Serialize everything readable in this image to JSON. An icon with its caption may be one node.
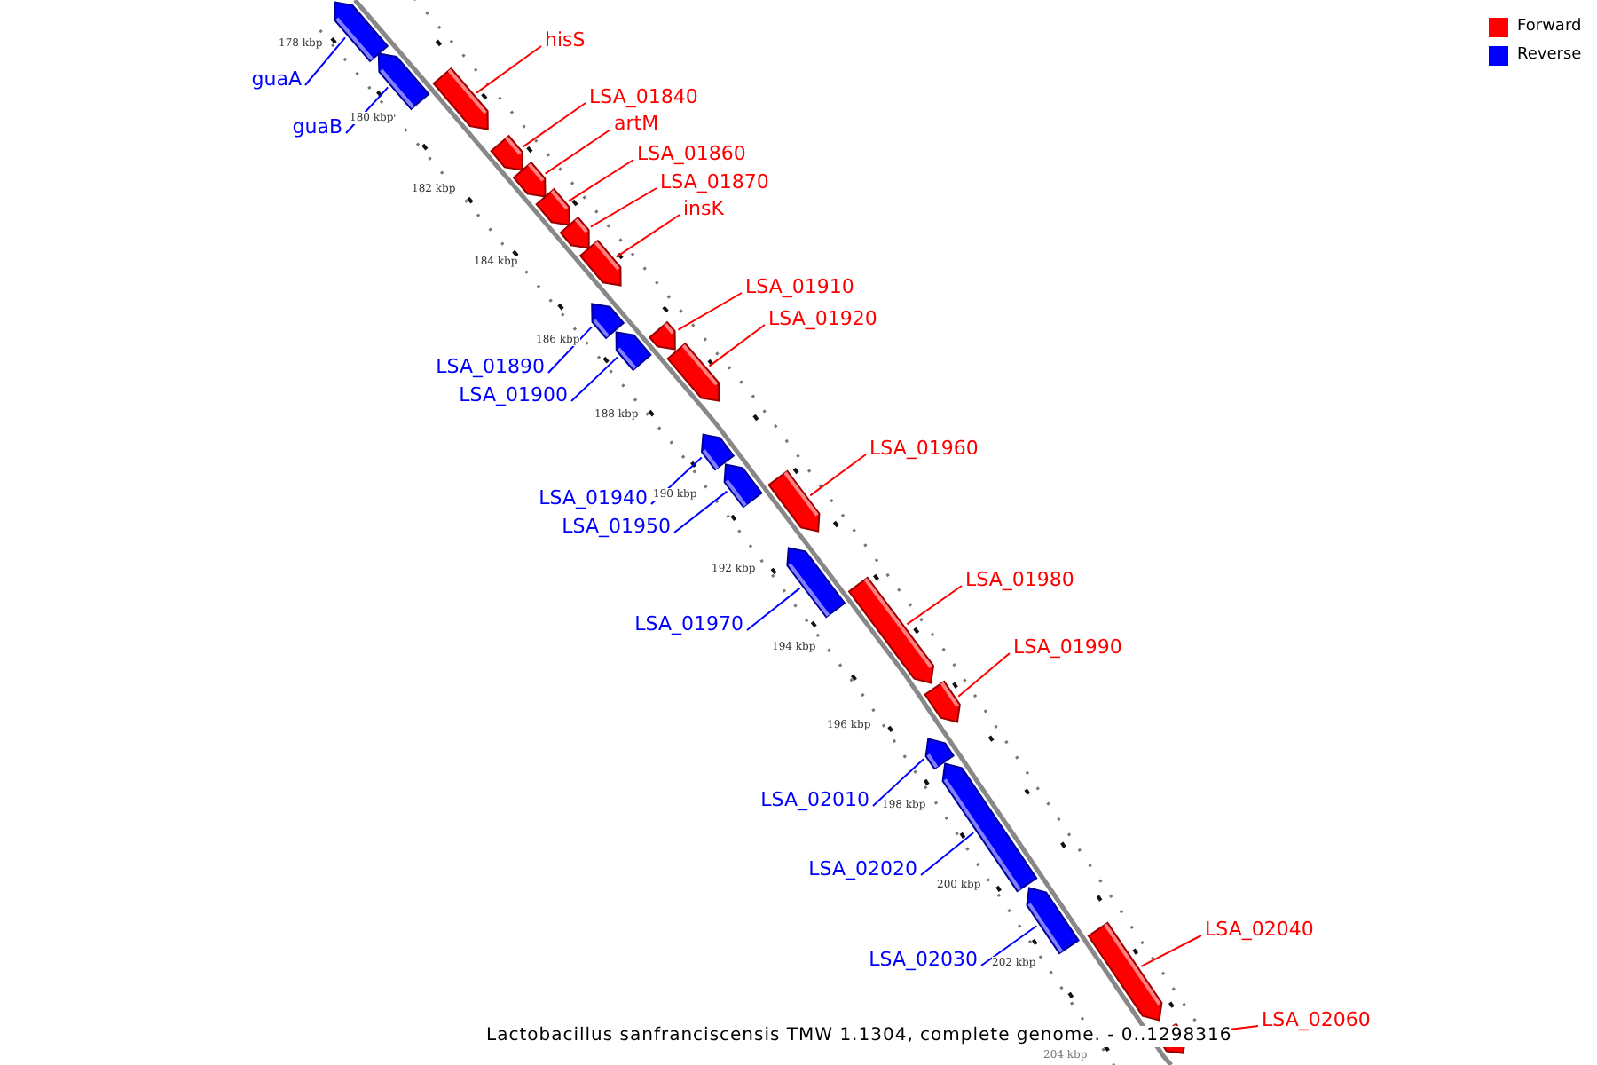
{
  "diagram": {
    "caption": "Lactobacillus sanfranciscensis TMW 1.1304, complete genome. - 0..1298316",
    "nodes": [
      {
        "text": [
          "guaA"
        ]
      },
      {
        "text": [],
        "shape": "bar"
      },
      {
        "text": [
          "guaB"
        ]
      },
      {
        "text": [],
        "shape": "bar"
      },
      {
        "text": [
          "hisS"
        ]
      },
      {
        "text": [],
        "shape": "bar"
      },
      {
        "text": [
          "LSA_01840"
        ]
      },
      {
        "text": [],
        "shape": "bar"
      },
      {
        "text": [
          "artM"
        ]
      },
      {
        "text": [],
        "shape": "bar"
      },
      {
        "text": [
          "LSA_01860"
        ]
      },
      {
        "text": [],
        "shape": "bar"
      },
      {
        "text": [
          "LSA_01870"
        ]
      },
      {
        "text": [],
        "shape": "bar"
      },
      {
        "text": [
          "insK"
        ]
      },
      {
        "text": [],
        "shape": "bar"
      },
      {
        "text": [
          "LSA_01890"
        ]
      },
      {
        "text": [],
        "shape": "bar"
      },
      {
        "text": [
          "LSA_01900"
        ]
      },
      {
        "text": [],
        "shape": "bar"
      },
      {
        "text": [
          "LSA_01910"
        ]
      },
      {
        "text": [],
        "shape": "bar"
      },
      {
        "text": [
          "LSA_01920"
        ]
      },
      {
        "text": [],
        "shape": "bar"
      },
      {
        "text": [
          "LSA_01940"
        ]
      },
      {
        "text": [],
        "shape": "bar"
      },
      {
        "text": [
          "LSA_01950"
        ]
      },
      {
        "text": [],
        "shape": "bar"
      },
      {
        "text": [
          "LSA_01960"
        ]
      },
      {
        "text": [],
        "shape": "bar"
      },
      {
        "text": [
          "LSA_01970"
        ]
      },
      {
        "text": [],
        "shape": "bar"
      },
      {
        "text": [
          "LSA_01980"
        ]
      },
      {
        "text": [],
        "shape": "bar"
      },
      {
        "text": [
          "LSA_01990"
        ]
      },
      {
        "text": [],
        "shape": "bar"
      },
      {
        "text": [
          "LSA_02010"
        ]
      },
      {
        "text": [],
        "shape": "bar"
      },
      {
        "text": [
          "LSA_02020"
        ]
      },
      {
        "text": [],
        "shape": "bar"
      },
      {
        "text": [
          "LSA_02030"
        ]
      },
      {
        "text": [],
        "shape": "bar"
      },
      {
        "text": [
          "LSA_02040"
        ]
      },
      {
        "text": [],
        "shape": "bar"
      },
      {
        "text": [
          "LSA_02060"
        ]
      },
      {
        "text": [],
        "shape": "bar"
      }
    ],
    "edges": [
      {
        "from": 0,
        "to": 1,
        "arrow": "none",
        "color": "#0000ff"
      },
      {
        "from": 2,
        "to": 3,
        "arrow": "none",
        "color": "#0000ff"
      },
      {
        "from": 4,
        "to": 5,
        "arrow": "none"
      },
      {
        "from": 6,
        "to": 7,
        "arrow": "none"
      },
      {
        "from": 8,
        "to": 9,
        "arrow": "none"
      },
      {
        "from": 10,
        "to": 11,
        "arrow": "none"
      },
      {
        "from": 12,
        "to": 13,
        "arrow": "none"
      },
      {
        "from": 14,
        "to": 15,
        "arrow": "none"
      },
      {
        "from": 16,
        "to": 17,
        "arrow": "none",
        "color": "#0000ff"
      },
      {
        "from": 18,
        "to": 19,
        "arrow": "none",
        "color": "#0000ff"
      },
      {
        "from": 20,
        "to": 21,
        "arrow": "none"
      },
      {
        "from": 22,
        "to": 23,
        "arrow": "none"
      },
      {
        "from": 24,
        "to": 25,
        "arrow": "none",
        "color": "#0000ff"
      },
      {
        "from": 26,
        "to": 27,
        "arrow": "none",
        "color": "#0000ff"
      },
      {
        "from": 28,
        "to": 29,
        "arrow": "none"
      },
      {
        "from": 30,
        "to": 31,
        "arrow": "none",
        "color": "#0000ff"
      },
      {
        "from": 32,
        "to": 33,
        "arrow": "none"
      },
      {
        "from": 34,
        "to": 35,
        "arrow": "none"
      },
      {
        "from": 36,
        "to": 37,
        "arrow": "none",
        "color": "#0000ff"
      },
      {
        "from": 38,
        "to": 39,
        "arrow": "none",
        "color": "#0000ff"
      },
      {
        "from": 40,
        "to": 41,
        "arrow": "none",
        "color": "#0000ff"
      },
      {
        "from": 42,
        "to": 43,
        "arrow": "none"
      },
      {
        "from": 44,
        "to": 45,
        "arrow": "none"
      }
    ],
    "labels": [
      "178 kbp",
      "180 kbp",
      "182 kbp",
      "184 kbp",
      "186 kbp",
      "188 kbp",
      "190 kbp",
      "192 kbp",
      "194 kbp",
      "196 kbp",
      "198 kbp",
      "200 kbp",
      "202 kbp",
      "204 kbp"
    ],
    "legend": [
      {
        "text": "Forward",
        "color": "#ff0000"
      },
      {
        "text": "Reverse",
        "color": "#0000ff"
      }
    ]
  }
}
